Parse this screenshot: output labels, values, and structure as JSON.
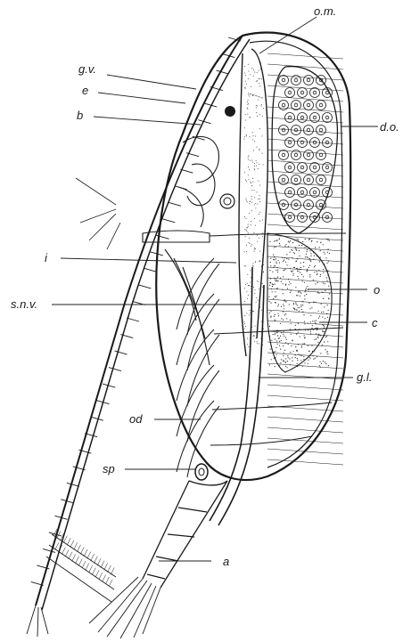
{
  "figure": {
    "labels": {
      "om": "o.m.",
      "gv": "g.v.",
      "e": "e",
      "b": "b",
      "do": "d.o.",
      "i": "i",
      "o": "o",
      "snv": "s.n.v.",
      "c": "c",
      "gl": "g.l.",
      "od": "od",
      "sp": "sp",
      "a": "a"
    },
    "colors": {
      "ink": "#1a1a1a",
      "background": "#ffffff"
    }
  }
}
